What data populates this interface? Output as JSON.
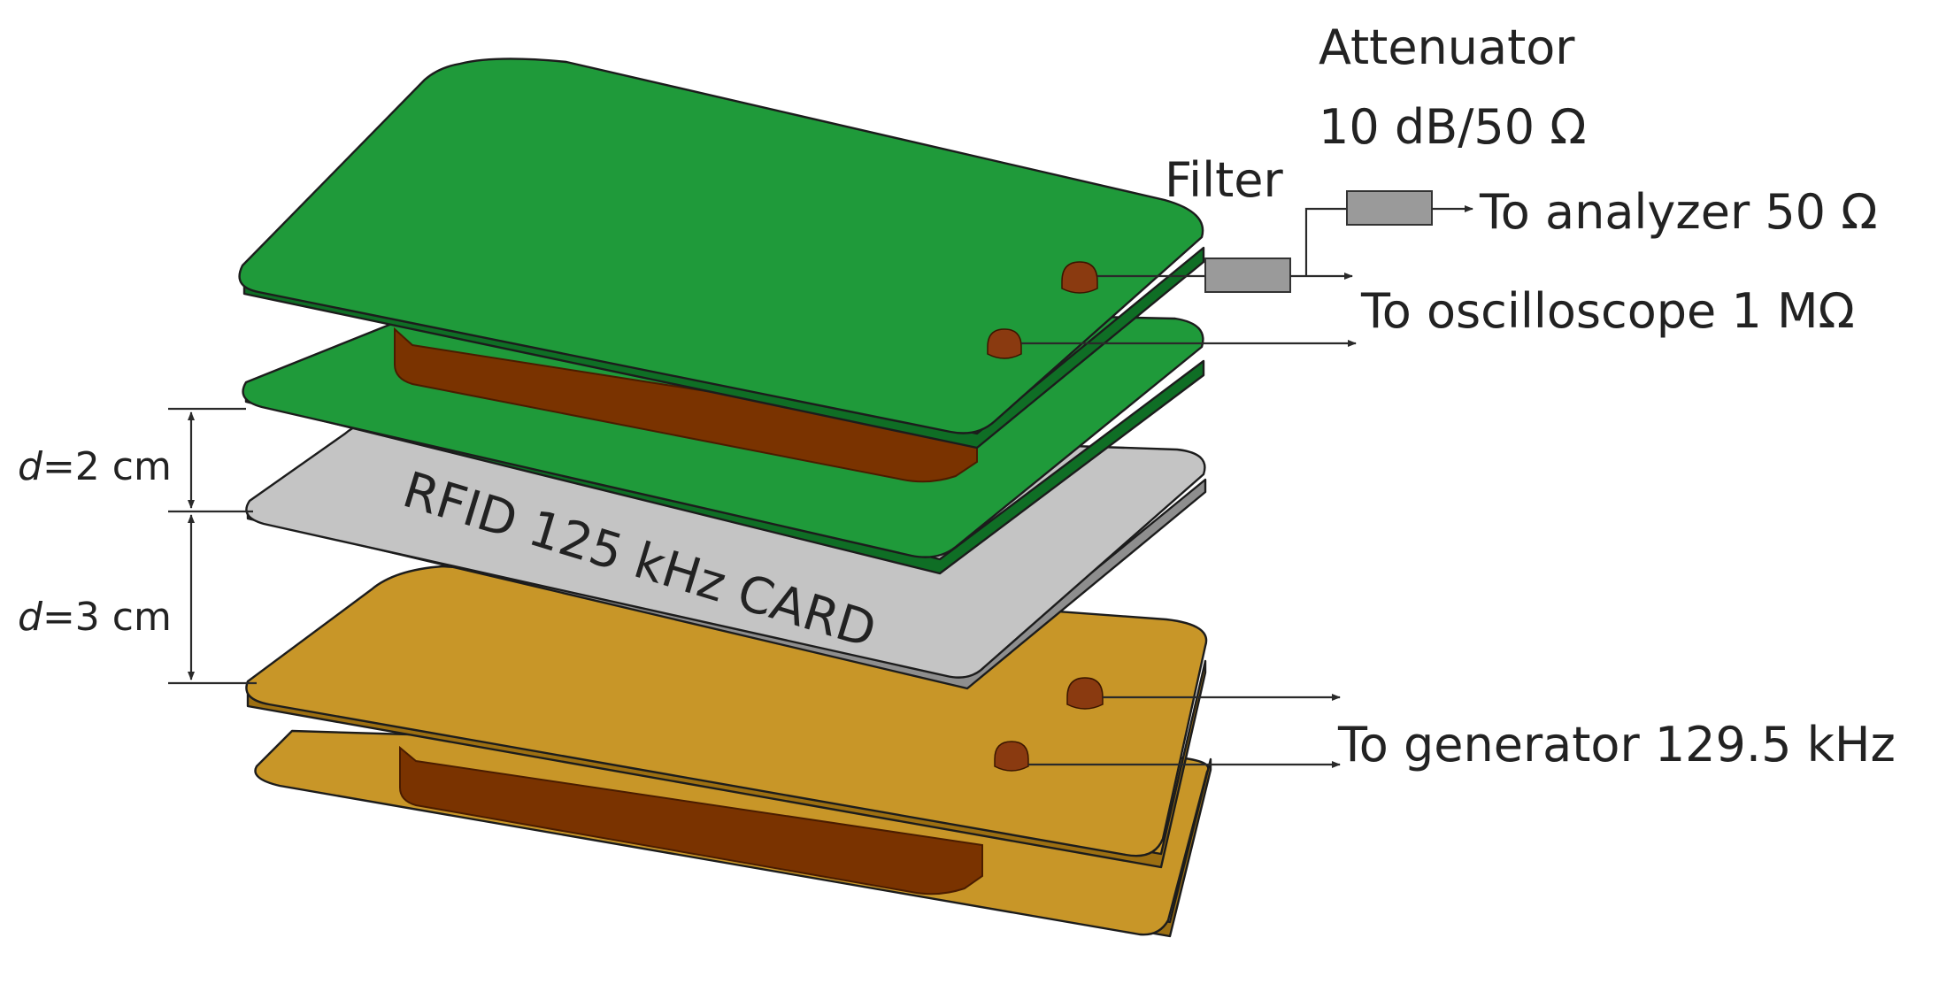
{
  "labels": {
    "attenuator": "Attenuator",
    "attenuator_spec": "10 dB/50 Ω",
    "filter": "Filter",
    "to_analyzer": "To analyzer 50 Ω",
    "to_oscilloscope": "To oscilloscope 1 MΩ",
    "to_generator": "To generator 129.5 kHz",
    "card_text": "RFID 125 kHz CARD",
    "d_upper_var": "d",
    "d_upper_value": "=2 cm",
    "d_lower_var": "d",
    "d_lower_value": "=3 cm"
  },
  "colors": {
    "green_top": "#1f9a3a",
    "green_side": "#0f6e25",
    "gold_top": "#c89628",
    "gold_side": "#9c6f12",
    "card_top": "#c4c4c4",
    "card_side": "#8e8e8e",
    "coil_face": "#7a3300",
    "coil_edge": "#5a2500",
    "terminal": "#8a3a10",
    "box_fill": "#9a9a9a"
  }
}
